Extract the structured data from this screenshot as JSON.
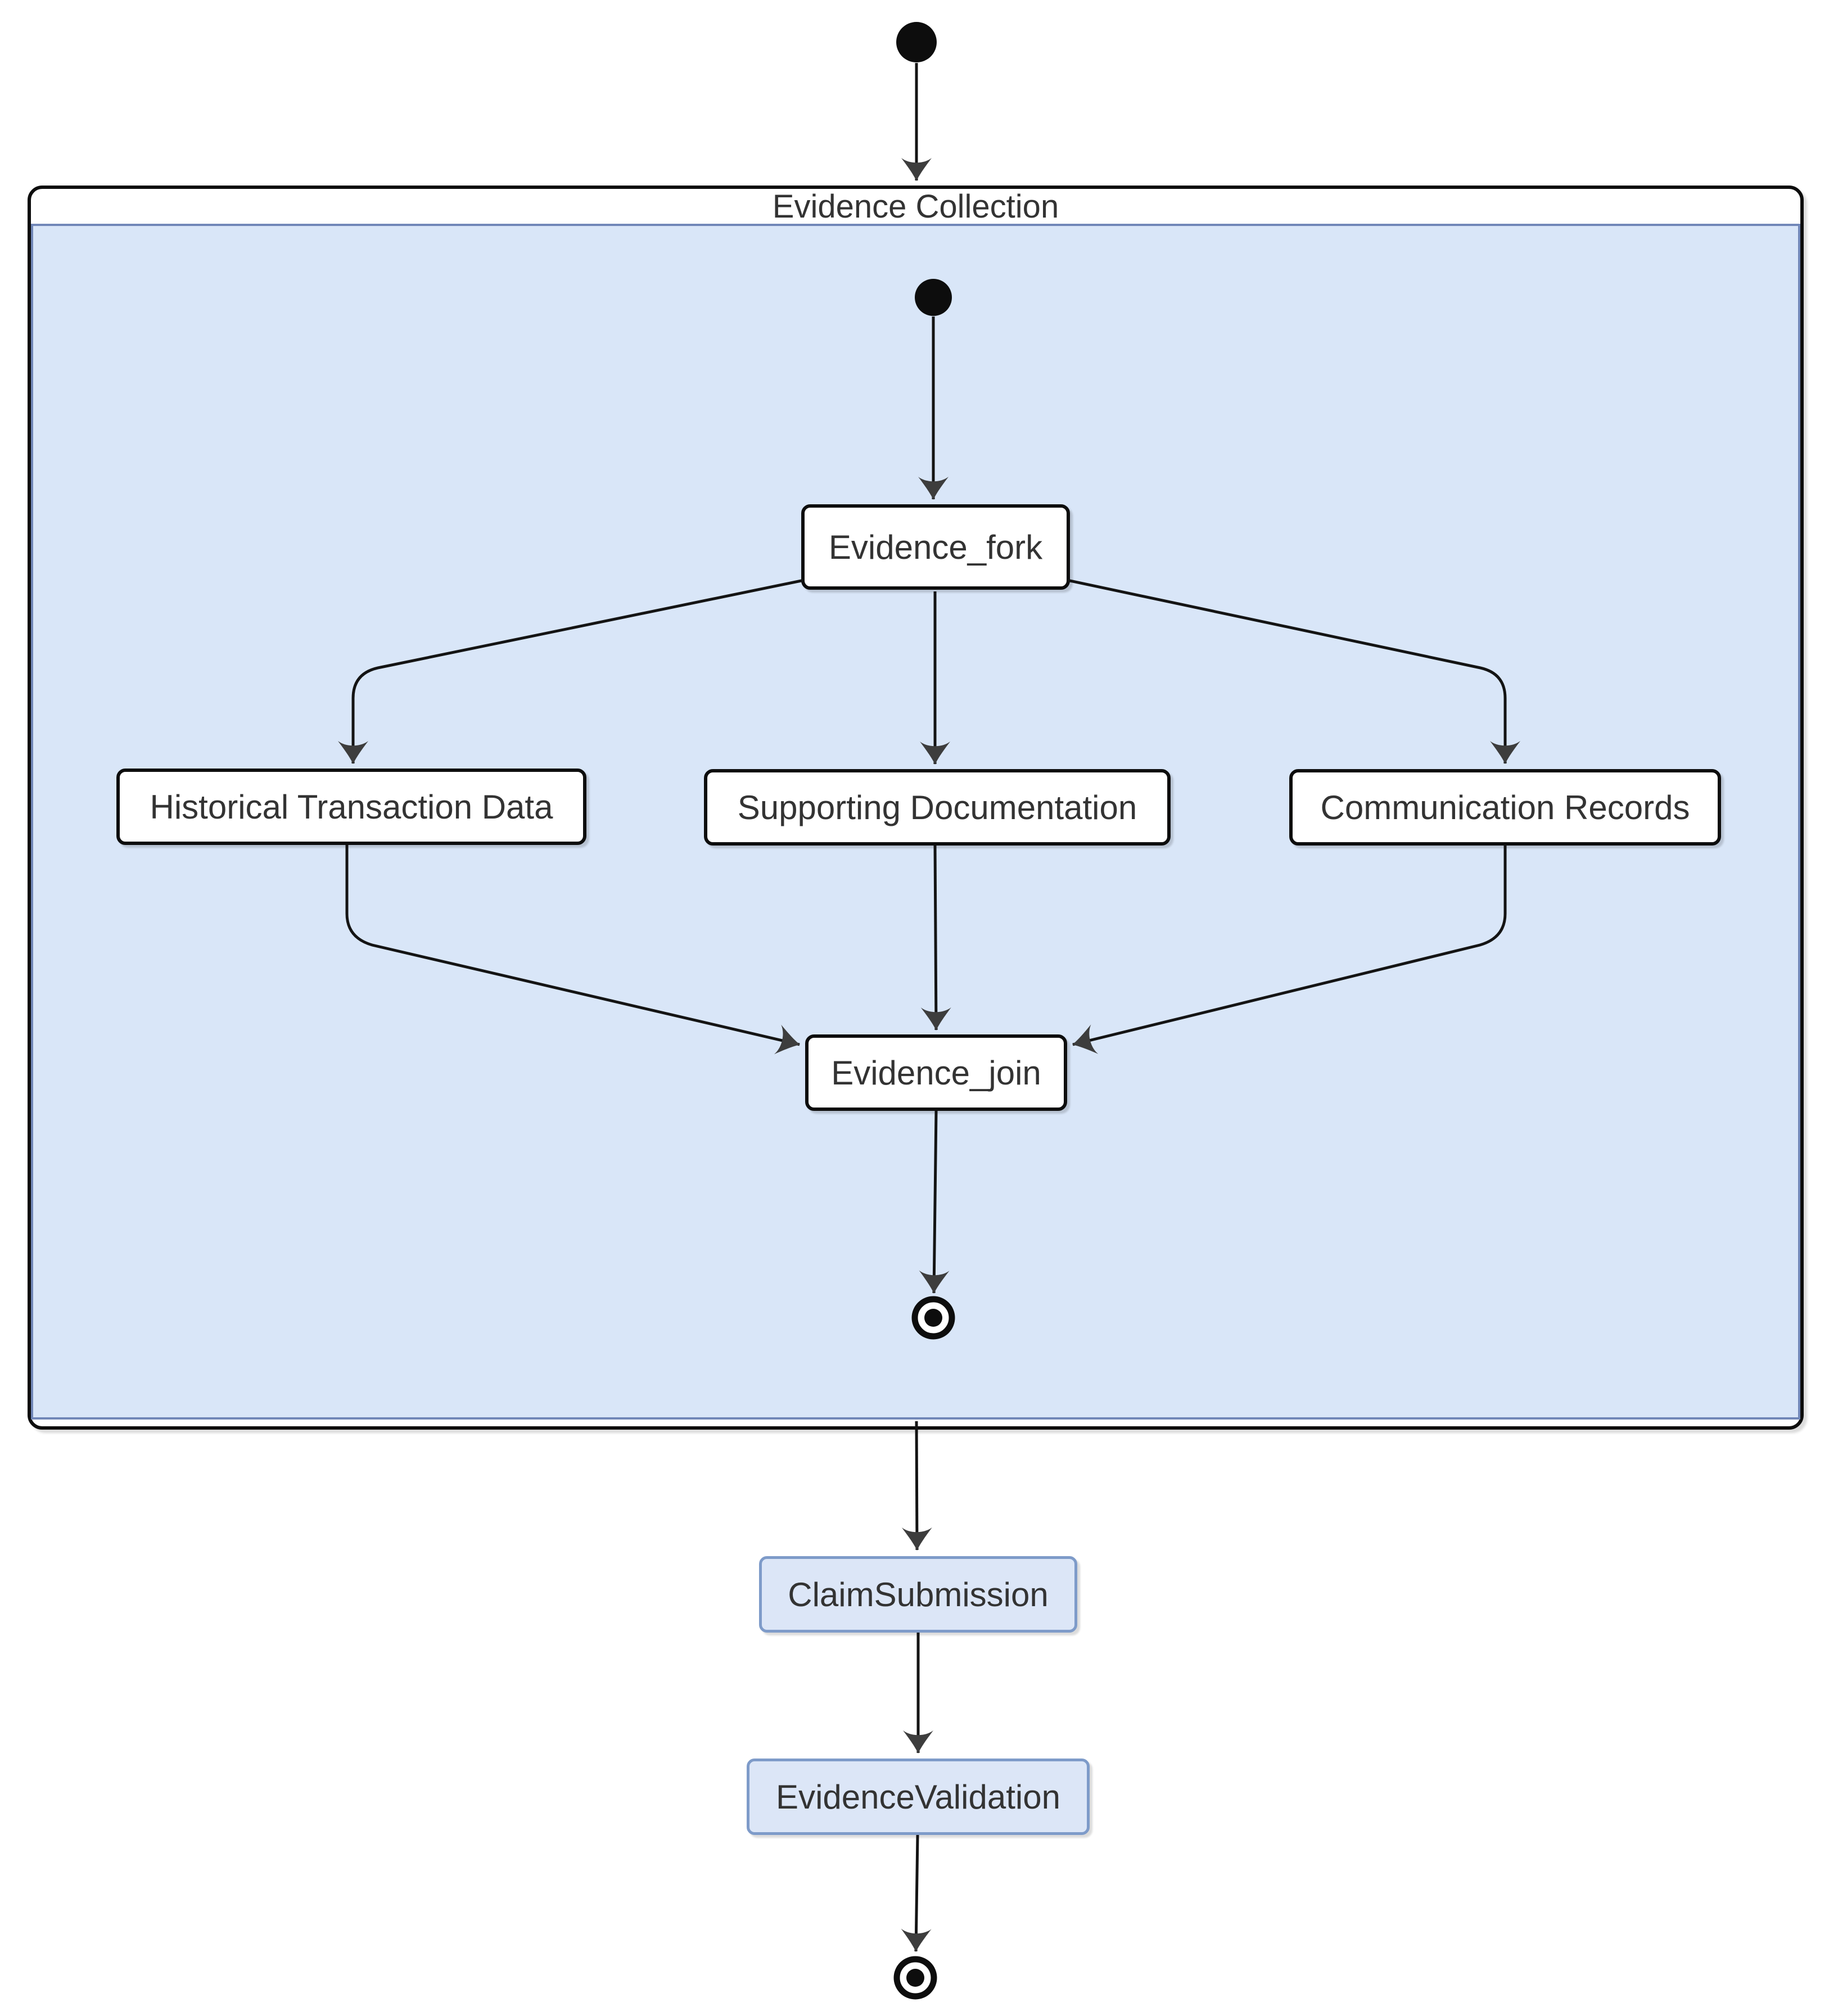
{
  "diagram": {
    "kind": "uml-state-activity-diagram",
    "composite_title": "Evidence Collection",
    "nodes": {
      "fork": "Evidence_fork",
      "historical": "Historical Transaction Data",
      "supporting": "Supporting Documentation",
      "communication": "Communication Records",
      "join": "Evidence_join",
      "claim_submission": "ClaimSubmission",
      "evidence_validation": "EvidenceValidation"
    },
    "colors": {
      "background": "#ffffff",
      "composite_body_fill": "#d9e6f8",
      "composite_body_border": "#7187b8",
      "state_fill": "#dce6f7",
      "state_border": "#7e9bc9",
      "node_fill": "#ffffff",
      "node_border": "#0d0d0d",
      "edge_line": "#141414",
      "arrowhead": "#3d3d3d",
      "text": "#333333"
    }
  }
}
